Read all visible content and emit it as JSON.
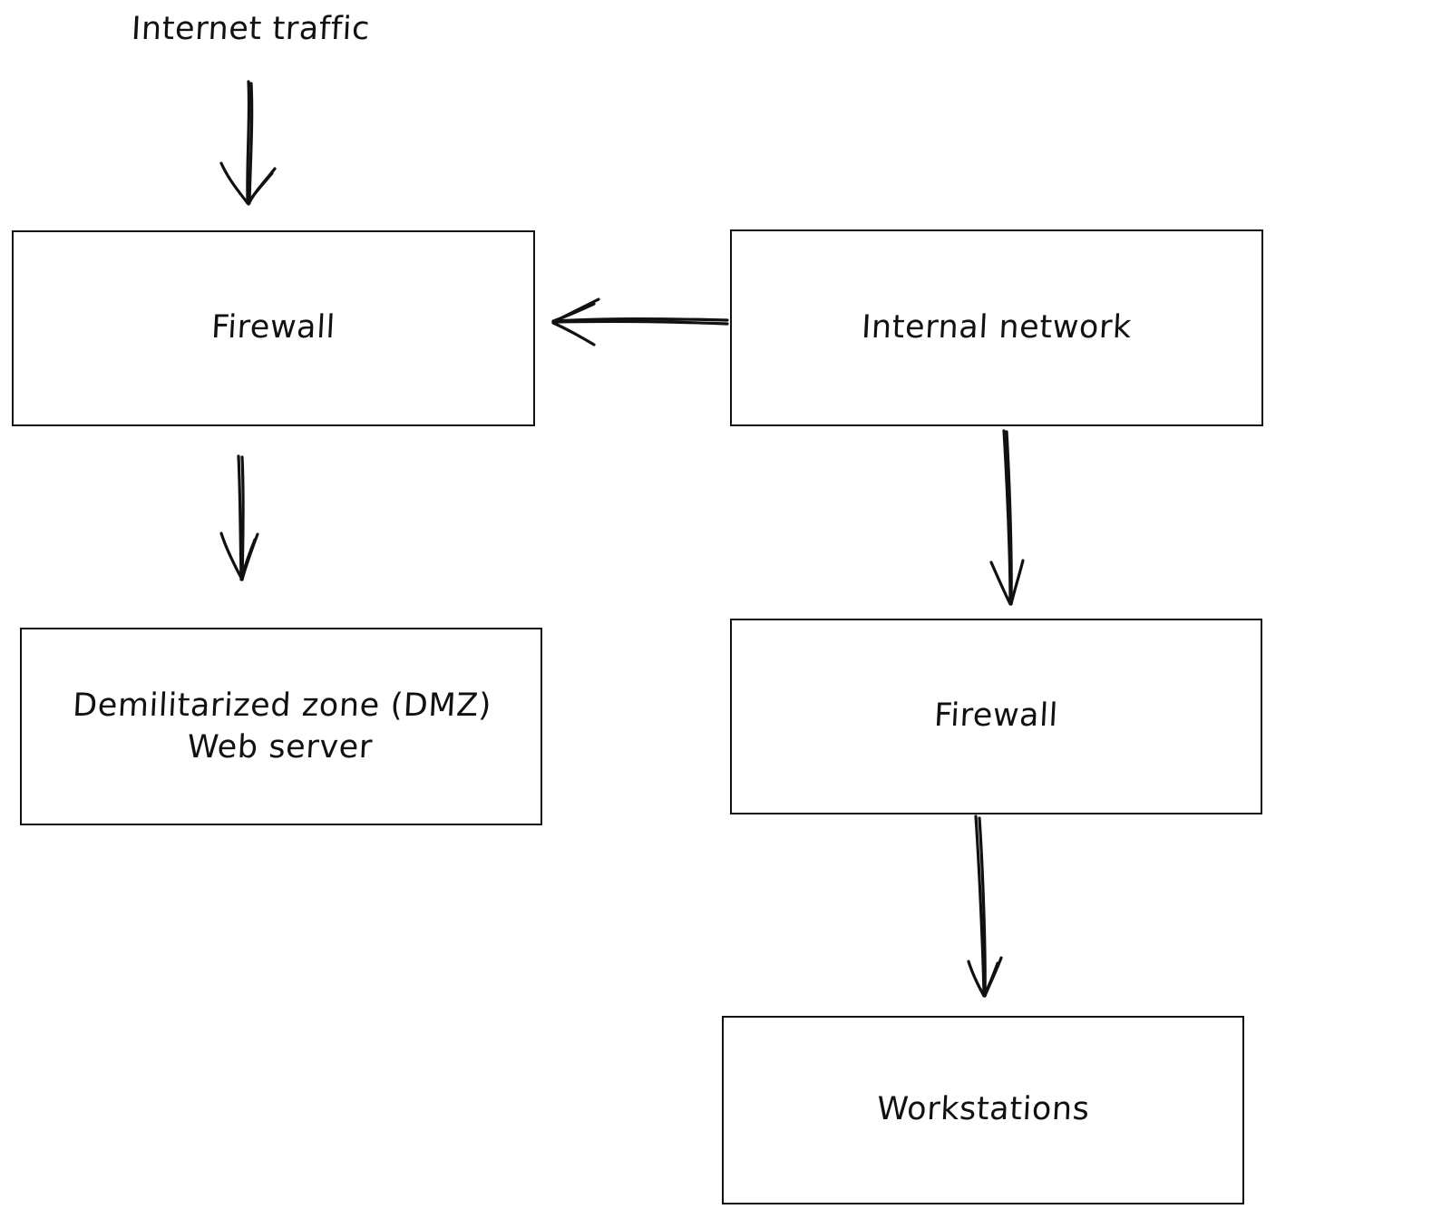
{
  "diagram": {
    "title": "Internet traffic",
    "style": "hand-drawn sketch",
    "background_color": "#ffffff",
    "stroke_color": "#111111",
    "text_color": "#111111",
    "nodes": [
      {
        "id": "firewall-external",
        "label": "Firewall"
      },
      {
        "id": "internal-network",
        "label": "Internal network"
      },
      {
        "id": "dmz-web-server",
        "label": "Demilitarized zone (DMZ)\nWeb server"
      },
      {
        "id": "firewall-internal",
        "label": "Firewall"
      },
      {
        "id": "workstations",
        "label": "Workstations"
      }
    ],
    "edges": [
      {
        "id": "edge-internet-to-firewall",
        "from": "Internet traffic",
        "to": "Firewall",
        "direction": "down",
        "label": ""
      },
      {
        "id": "edge-internal-to-firewall-external",
        "from": "Internal network",
        "to": "Firewall",
        "direction": "left",
        "label": ""
      },
      {
        "id": "edge-firewall-to-dmz",
        "from": "Firewall",
        "to": "Demilitarized zone (DMZ) Web server",
        "direction": "down",
        "label": ""
      },
      {
        "id": "edge-internal-to-firewall-internal",
        "from": "Internal network",
        "to": "Firewall",
        "direction": "down",
        "label": ""
      },
      {
        "id": "edge-firewall-to-workstations",
        "from": "Firewall",
        "to": "Workstations",
        "direction": "down",
        "label": ""
      }
    ]
  }
}
